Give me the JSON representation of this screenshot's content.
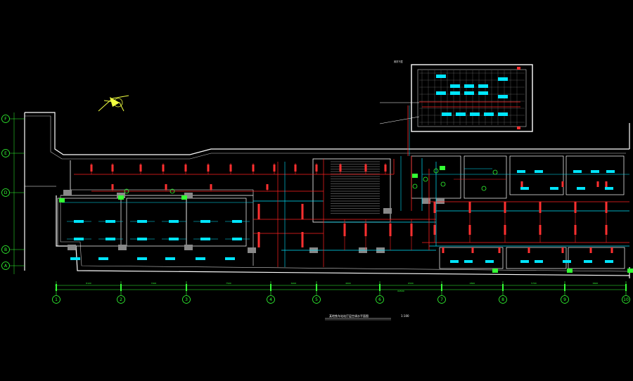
{
  "drawing": {
    "title": "某地铁车站站厅层空调水平面图",
    "scale": "1:100",
    "inset_label": "风亭下层"
  },
  "grid_axes": {
    "columns": [
      "1",
      "2",
      "3",
      "4",
      "5",
      "6",
      "7",
      "8",
      "9",
      "10"
    ],
    "rows": [
      "F",
      "E",
      "D",
      "B",
      "A"
    ]
  },
  "dimensions": [
    "8100",
    "7400",
    "7500",
    "6400",
    "4600",
    "6500",
    "4800",
    "5700",
    "6600",
    "6400"
  ],
  "overall_dimension": "64500",
  "colors": {
    "background": "#000000",
    "wall": "#ffffff",
    "hatch": "#c8c8c8",
    "supply_pipe": "#ff2020",
    "return_pipe": "#00e5ff",
    "fan_coil": "#00e5ff",
    "valve": "#ff3030",
    "annotation": "#ffffff",
    "dimension": "#33ff33",
    "compass": "#f0ff40"
  }
}
